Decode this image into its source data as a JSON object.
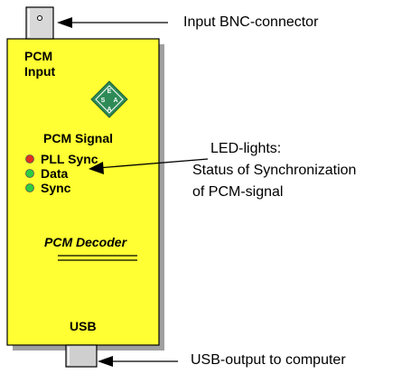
{
  "device": {
    "input_label_line1": "PCM",
    "input_label_line2": "Input",
    "logo": {
      "letters": [
        "E",
        "S",
        "A"
      ],
      "color": "#2e8b57"
    },
    "signal_heading": "PCM Signal",
    "leds": [
      {
        "label": "PLL Sync",
        "color": "#e03020"
      },
      {
        "label": "Data",
        "color": "#2ecc40"
      },
      {
        "label": "Sync",
        "color": "#2ecc40"
      }
    ],
    "product_name": "PCM Decoder",
    "usb_label": "USB",
    "body_color": "#ffff33"
  },
  "callouts": {
    "bnc": "Input BNC-connector",
    "led_line1": "LED-lights:",
    "led_line2": "Status of Synchronization",
    "led_line3": "of PCM-signal",
    "usb": "USB-output to computer"
  }
}
